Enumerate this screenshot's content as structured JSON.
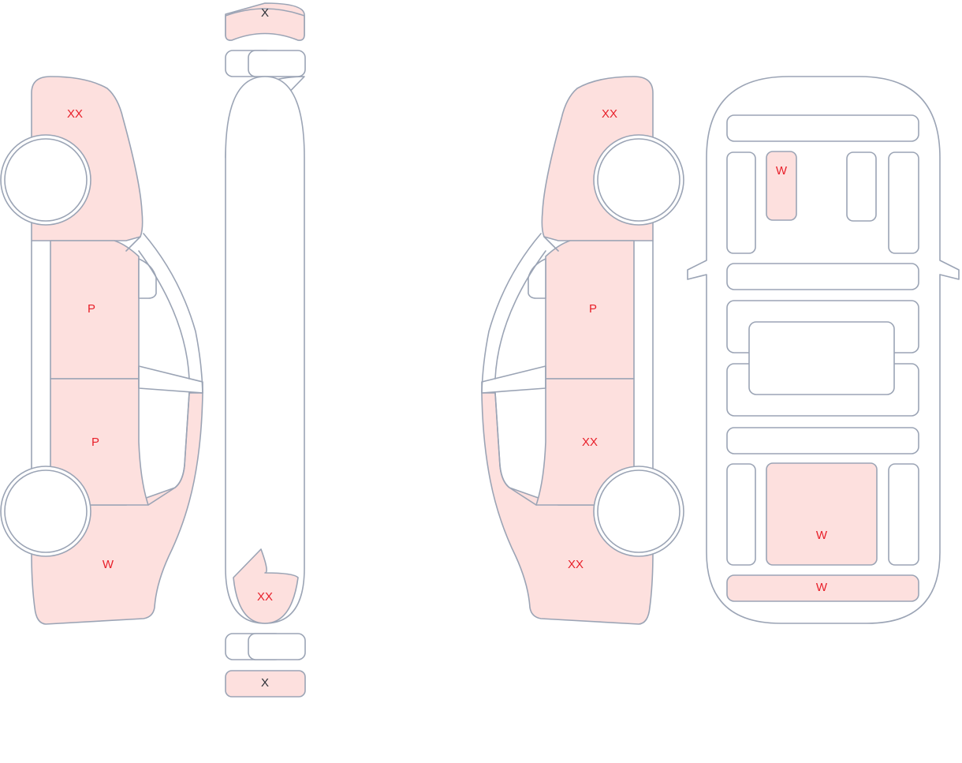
{
  "marks": {
    "front_bumper": "X",
    "left_front_fender": "XX",
    "left_front_door": "P",
    "left_rear_door": "P",
    "left_rear_quarter": "W",
    "trunk_lid": "XX",
    "rear_bumper": "X",
    "right_front_fender": "XX",
    "right_front_door": "P",
    "right_rear_door": "XX",
    "right_rear_quarter": "XX",
    "under_front_panel": "W",
    "under_rear_panel": "W",
    "under_rear_strip": "W"
  },
  "colors": {
    "outline": "#9ba4b5",
    "damaged_fill": "#fde0de",
    "damage_label": "#e8202a",
    "label": "#2b2f36"
  }
}
